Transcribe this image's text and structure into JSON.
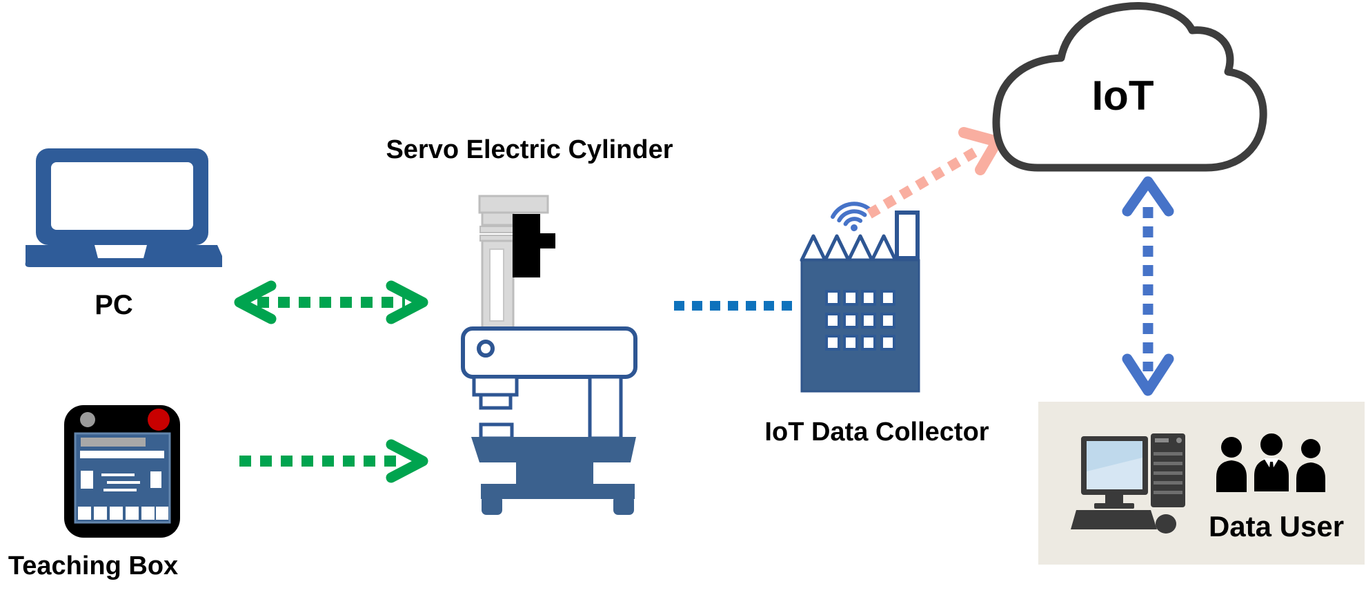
{
  "title": "IoT servo electric cylinder data collection architecture",
  "nodes": {
    "pc": {
      "label": "PC",
      "icon": "laptop-icon"
    },
    "teaching_box": {
      "label": "Teaching Box",
      "icon": "teaching-pendant-icon"
    },
    "servo": {
      "label": "Servo Electric Cylinder",
      "icon": "servo-cylinder-machine-icon"
    },
    "collector": {
      "label": "IoT Data Collector",
      "icon": "factory-wifi-icon"
    },
    "cloud": {
      "label": "IoT",
      "icon": "cloud-icon"
    },
    "data_user": {
      "label": "Data User",
      "icons": [
        "desktop-computer-icon",
        "users-icon"
      ]
    }
  },
  "connections": [
    {
      "from": "pc",
      "to": "servo",
      "style": "dotted",
      "heads": "both",
      "color": "#00A44F"
    },
    {
      "from": "teaching_box",
      "to": "servo",
      "style": "dotted",
      "heads": "end",
      "color": "#00A44F"
    },
    {
      "from": "servo",
      "to": "collector",
      "style": "dotted",
      "heads": "none",
      "color": "#0E72BC"
    },
    {
      "from": "collector",
      "to": "cloud",
      "style": "dotted",
      "heads": "end",
      "color": "#F9AEA0"
    },
    {
      "from": "cloud",
      "to": "data_user",
      "style": "dotted",
      "heads": "both",
      "color": "#4673C8"
    }
  ],
  "colors": {
    "device_blue": "#2F5C99",
    "outline_blue": "#2E5693",
    "steel_blue": "#3B618E",
    "link_blue": "#0E72BC",
    "royal_blue": "#4673C8",
    "green": "#00A44F",
    "salmon": "#F9AEA0",
    "cloud_outline": "#3D3D3D",
    "panel_bg": "#EDEAE2",
    "red_button": "#C80000",
    "gray": "#D9D9D9",
    "black": "#000000"
  }
}
